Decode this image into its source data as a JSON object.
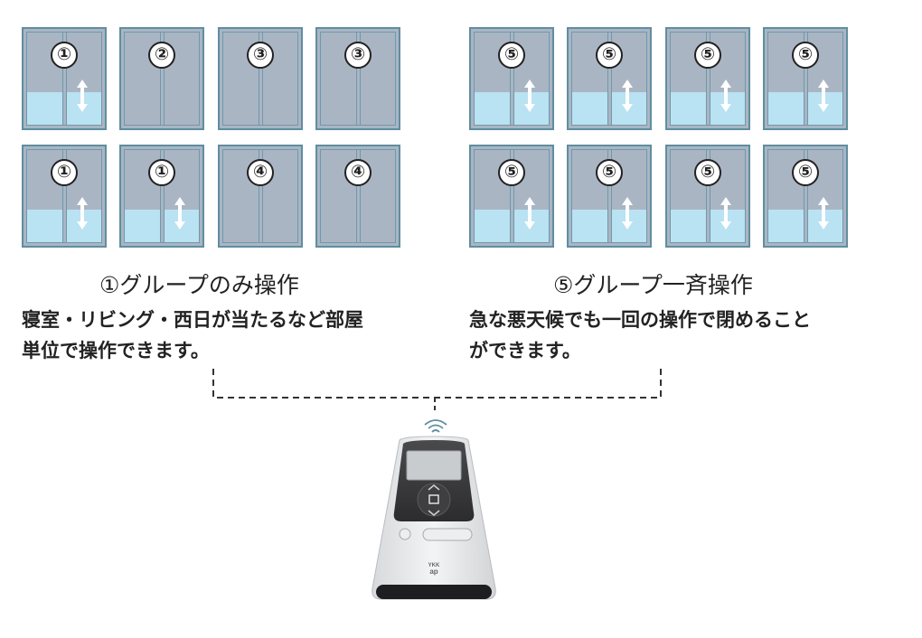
{
  "left_group": {
    "windows": [
      {
        "number": "①",
        "shutter_open_fraction": 0.35,
        "arrow": true
      },
      {
        "number": "②",
        "shutter_open_fraction": 0,
        "arrow": false
      },
      {
        "number": "③",
        "shutter_open_fraction": 0,
        "arrow": false
      },
      {
        "number": "③",
        "shutter_open_fraction": 0,
        "arrow": false
      },
      {
        "number": "①",
        "shutter_open_fraction": 0.35,
        "arrow": true
      },
      {
        "number": "①",
        "shutter_open_fraction": 0.35,
        "arrow": true
      },
      {
        "number": "④",
        "shutter_open_fraction": 0,
        "arrow": false
      },
      {
        "number": "④",
        "shutter_open_fraction": 0,
        "arrow": false
      }
    ],
    "title": "①グループのみ操作",
    "description_lines": [
      "寝室・リビング・西日が当たるなど部屋",
      "単位で操作できます。"
    ]
  },
  "right_group": {
    "windows": [
      {
        "number": "⑤",
        "shutter_open_fraction": 0.35,
        "arrow": true
      },
      {
        "number": "⑤",
        "shutter_open_fraction": 0.35,
        "arrow": true
      },
      {
        "number": "⑤",
        "shutter_open_fraction": 0.35,
        "arrow": true
      },
      {
        "number": "⑤",
        "shutter_open_fraction": 0.35,
        "arrow": true
      },
      {
        "number": "⑤",
        "shutter_open_fraction": 0.35,
        "arrow": true
      },
      {
        "number": "⑤",
        "shutter_open_fraction": 0.35,
        "arrow": true
      },
      {
        "number": "⑤",
        "shutter_open_fraction": 0.35,
        "arrow": true
      },
      {
        "number": "⑤",
        "shutter_open_fraction": 0.35,
        "arrow": true
      }
    ],
    "title": "⑤グループ一斉操作",
    "description_lines": [
      "急な悪天候でも一回の操作で閉めること",
      "ができます。"
    ]
  },
  "remote": {
    "brand_line1": "YKK",
    "brand_line2": "ap",
    "signal_icon": "wireless-signal-icon",
    "body_color": "#e9eaec",
    "panel_color": "#3a3a3c",
    "screen_color": "#c9cccf"
  },
  "colors": {
    "window_frame": "#5f8ea0",
    "glass": "#aab5c4",
    "shutter": "#b9e2f2",
    "connector": "#333333"
  }
}
